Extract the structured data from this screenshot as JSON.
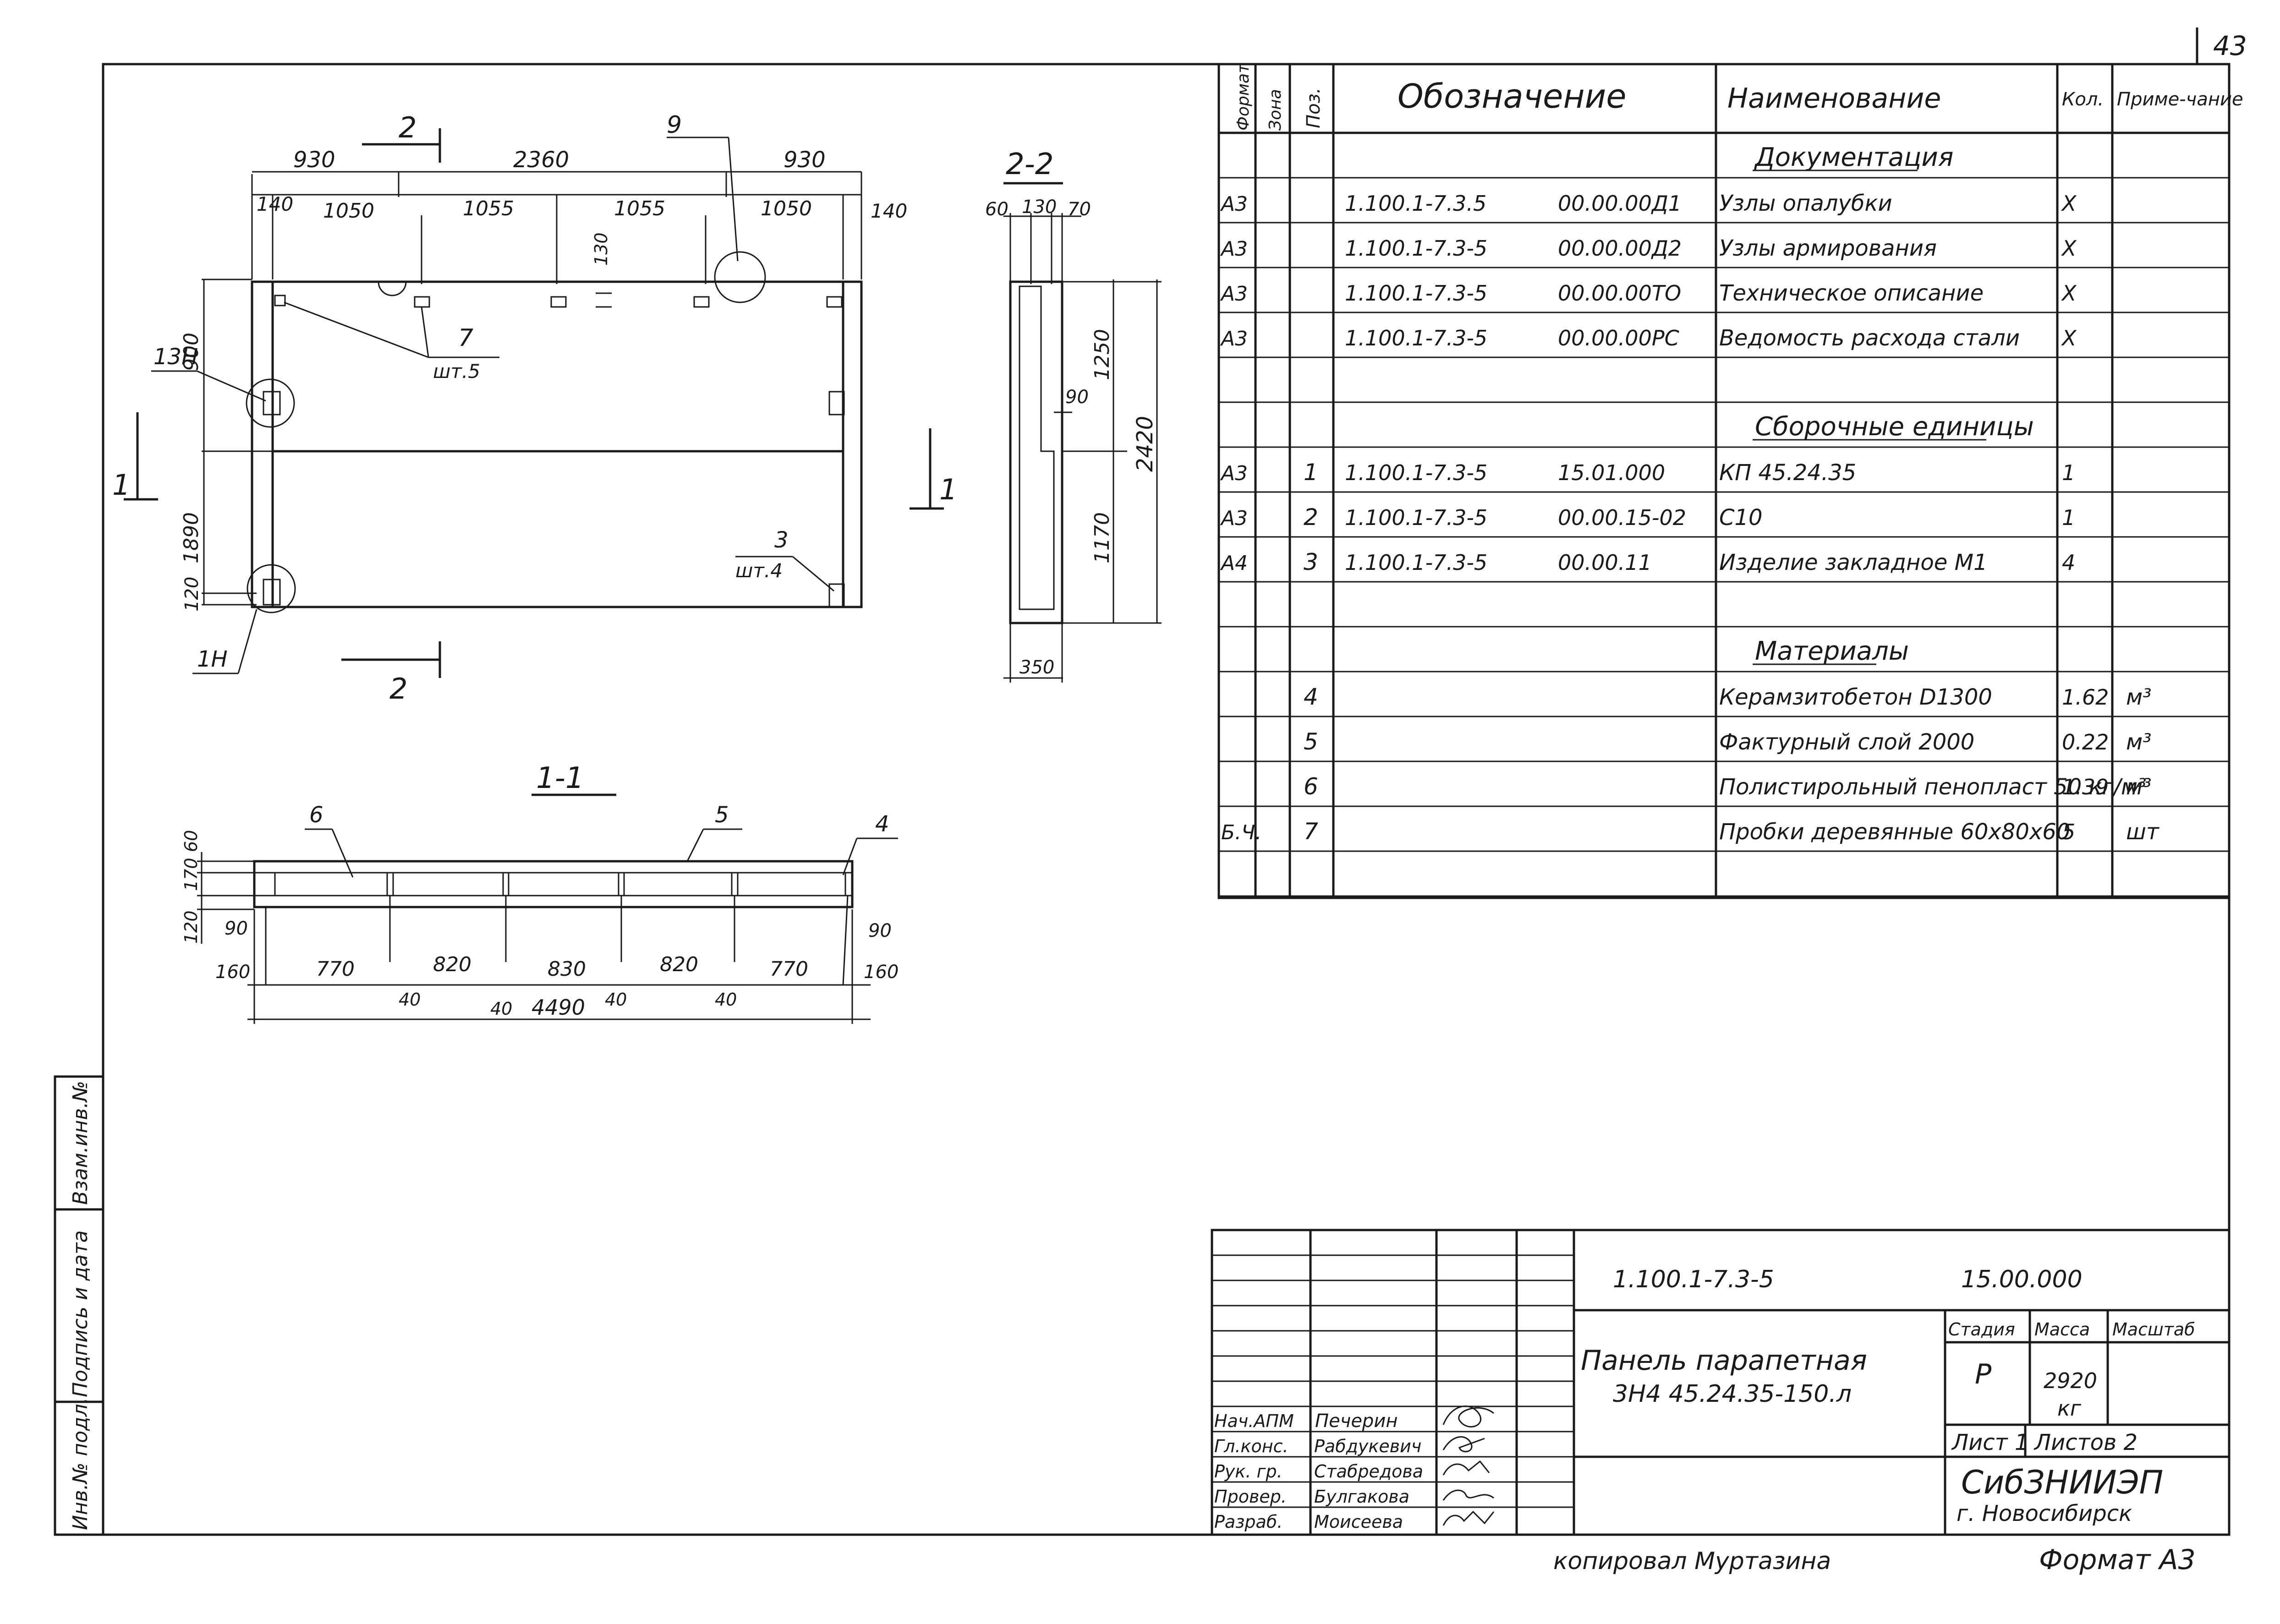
{
  "sheet_number": "43",
  "drawing": {
    "section_1_1_label": "1-1",
    "section_2_2_label": "2-2",
    "cut_marks": {
      "two": "2",
      "one": "1"
    },
    "plan_dims": {
      "top_overall": [
        "930",
        "2360",
        "930"
      ],
      "top_detail": [
        "140",
        "1050",
        "1055",
        "1055",
        "1050",
        "140"
      ],
      "left": [
        "900",
        "1890",
        "120"
      ],
      "small_130": "130"
    },
    "plan_callouts": {
      "c9": "9",
      "c7": "7",
      "c7_qty": "шт.5",
      "c13n": "13Н",
      "c3": "3",
      "c3_qty": "шт.4",
      "c1n": "1Н"
    },
    "section22_dims": {
      "top": [
        "60",
        "130",
        "70"
      ],
      "right": [
        "1250",
        "1170",
        "2420"
      ],
      "inner": "90",
      "bottom": "350"
    },
    "section11": {
      "callouts": [
        "6",
        "5",
        "4"
      ],
      "left_dims": [
        "60",
        "170",
        "120"
      ],
      "small": [
        "90",
        "160",
        "90",
        "160"
      ],
      "bottom_dims": [
        "770",
        "820",
        "830",
        "820",
        "770"
      ],
      "gaps": [
        "40",
        "40",
        "40",
        "40"
      ],
      "overall": "4490"
    }
  },
  "spec": {
    "headers": {
      "format": "Формат",
      "zone": "Зона",
      "pos": "Поз.",
      "designation": "Обозначение",
      "name": "Наименование",
      "qty": "Кол.",
      "note": "Приме-чание"
    },
    "rows": [
      {
        "format": "",
        "pos": "",
        "des1": "",
        "des2": "",
        "name": "Документация",
        "qty": "",
        "note": "",
        "section": true
      },
      {
        "format": "А3",
        "pos": "",
        "des1": "1.100.1-7.3.5",
        "des2": "00.00.00Д1",
        "name": "Узлы опалубки",
        "qty": "Х",
        "note": ""
      },
      {
        "format": "А3",
        "pos": "",
        "des1": "1.100.1-7.3-5",
        "des2": "00.00.00Д2",
        "name": "Узлы армирования",
        "qty": "Х",
        "note": ""
      },
      {
        "format": "А3",
        "pos": "",
        "des1": "1.100.1-7.3-5",
        "des2": "00.00.00ТО",
        "name": "Техническое описание",
        "qty": "Х",
        "note": ""
      },
      {
        "format": "А3",
        "pos": "",
        "des1": "1.100.1-7.3-5",
        "des2": "00.00.00РС",
        "name": "Ведомость расхода стали",
        "qty": "Х",
        "note": ""
      },
      {
        "format": "",
        "pos": "",
        "des1": "",
        "des2": "",
        "name": "",
        "qty": "",
        "note": ""
      },
      {
        "format": "",
        "pos": "",
        "des1": "",
        "des2": "",
        "name": "Сборочные единицы",
        "qty": "",
        "note": "",
        "section": true
      },
      {
        "format": "А3",
        "pos": "1",
        "des1": "1.100.1-7.3-5",
        "des2": "15.01.000",
        "name": "КП 45.24.35",
        "qty": "1",
        "note": ""
      },
      {
        "format": "А3",
        "pos": "2",
        "des1": "1.100.1-7.3-5",
        "des2": "00.00.15-02",
        "name": "С10",
        "qty": "1",
        "note": ""
      },
      {
        "format": "А4",
        "pos": "3",
        "des1": "1.100.1-7.3-5",
        "des2": "00.00.11",
        "name": "Изделие закладное М1",
        "qty": "4",
        "note": ""
      },
      {
        "format": "",
        "pos": "",
        "des1": "",
        "des2": "",
        "name": "",
        "qty": "",
        "note": ""
      },
      {
        "format": "",
        "pos": "",
        "des1": "",
        "des2": "",
        "name": "Материалы",
        "qty": "",
        "note": "",
        "section": true
      },
      {
        "format": "",
        "pos": "4",
        "des1": "",
        "des2": "",
        "name": "Керамзитобетон D1300",
        "qty": "1.62",
        "note": "м³"
      },
      {
        "format": "",
        "pos": "5",
        "des1": "",
        "des2": "",
        "name": "Фактурный слой 2000",
        "qty": "0.22",
        "note": "м³"
      },
      {
        "format": "",
        "pos": "6",
        "des1": "",
        "des2": "",
        "name": "Полистирольный пенопласт 50 кг/м³",
        "qty": "1.39",
        "note": "м³"
      },
      {
        "format": "Б.Ч.",
        "pos": "7",
        "des1": "",
        "des2": "",
        "name": "Пробки деревянные 60х80х60",
        "qty": "5",
        "note": "шт"
      },
      {
        "format": "",
        "pos": "",
        "des1": "",
        "des2": "",
        "name": "",
        "qty": "",
        "note": ""
      }
    ]
  },
  "left_strip": [
    "Инв.№ подл.",
    "Подпись и дата",
    "Взам.инв.№"
  ],
  "title_block": {
    "code": "1.100.1-7.3-5",
    "number": "15.00.000",
    "title_line1": "Панель парапетная",
    "title_line2": "3Н4 45.24.35-150.л",
    "stage_label": "Стадия",
    "mass_label": "Масса",
    "scale_label": "Масштаб",
    "stage": "Р",
    "mass": "2920",
    "mass_unit": "кг",
    "sheet": "Лист 1",
    "sheets": "Листов 2",
    "org": "СибЗНИИЭП",
    "city": "г. Новосибирск",
    "roles": [
      {
        "role": "Нач.АПМ",
        "name": "Печерин"
      },
      {
        "role": "Гл.конс.",
        "name": "Рабдукевич"
      },
      {
        "role": "Рук. гр.",
        "name": "Стабредова"
      },
      {
        "role": "Провер.",
        "name": "Булгакова"
      },
      {
        "role": "Разраб.",
        "name": "Моисеева"
      }
    ]
  },
  "copied_by": "копировал Муртазина",
  "format_label": "Формат А3"
}
